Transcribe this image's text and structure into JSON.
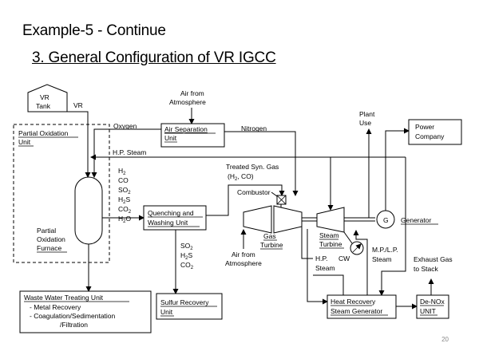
{
  "header": {
    "title": "Example-5 - Continue",
    "subtitle": "3. General Configuration of VR IGCC"
  },
  "footer": {
    "page_number": "20"
  },
  "diagram": {
    "vr_tank": [
      "VR",
      "Tank"
    ],
    "vr_label": "VR",
    "pox_unit": [
      "Partial Oxidation",
      "Unit"
    ],
    "oxygen": "Oxygen",
    "nitrogen": "Nitrogen",
    "air_separation": [
      "Air Separation",
      "Unit"
    ],
    "air_from_atm_top": [
      "Air  from",
      "Atmosphere"
    ],
    "hp_steam_top": "H.P. Steam",
    "furnace": [
      "Partial",
      "Oxidation",
      "Furnace"
    ],
    "gases": [
      "H2",
      "CO",
      "SO2",
      "H2S",
      "CO2",
      "H2O"
    ],
    "quenching": [
      "Quenching and",
      "Washing  Unit"
    ],
    "treated_syngas": [
      "Treated Syn. Gas",
      "(H2, CO)"
    ],
    "combustor": "Combustor",
    "gas_turbine": [
      "Gas",
      "Turbine"
    ],
    "steam_turbine": [
      "Steam",
      "Turbine"
    ],
    "generator_symbol": "G",
    "generator": "Generator",
    "plant_use": [
      "Plant",
      "Use"
    ],
    "power_company": [
      "Power",
      "Company"
    ],
    "air_from_atm_bottom": [
      "Air  from",
      "Atmosphere"
    ],
    "sulfur_gases": [
      "SO2",
      "H2S",
      "CO2"
    ],
    "hp_steam_bottom": [
      "H.P.",
      "Steam"
    ],
    "cw": "CW",
    "mp_lp_steam": [
      "M.P./L.P.",
      "Steam"
    ],
    "exhaust_gas": [
      "Exhaust Gas",
      "to Stack"
    ],
    "wwt_title": "Waste Water Treating  Unit",
    "wwt_items": [
      "- Metal Recovery",
      "- Coagulation/Sedimentation",
      "/Filtration"
    ],
    "sulfur_recovery": [
      "Sulfur Recovery",
      "Unit"
    ],
    "hrsg": [
      "Heat Recovery",
      "Steam Generator"
    ],
    "denox": [
      "De-NOx",
      "UNIT"
    ]
  }
}
